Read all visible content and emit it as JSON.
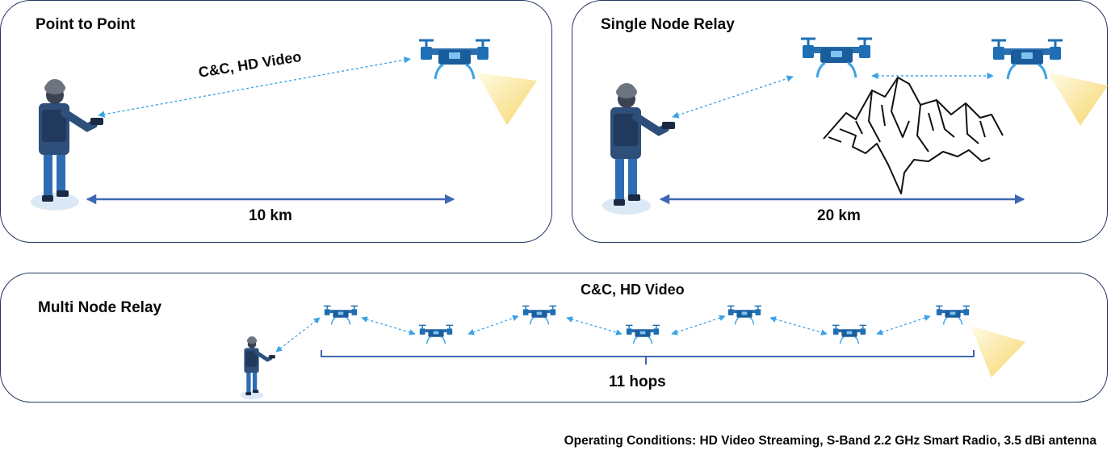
{
  "panels": {
    "p2p": {
      "title": "Point to Point",
      "link_label": "C&C, HD Video",
      "distance": "10 km"
    },
    "single": {
      "title": "Single Node Relay",
      "distance": "20 km"
    },
    "multi": {
      "title": "Multi Node Relay",
      "link_label": "C&C, HD Video",
      "distance": "11 hops"
    }
  },
  "footer": {
    "text": "Operating Conditions:  HD Video Streaming, S-Band 2.2 GHz Smart Radio, 3.5 dBi antenna"
  },
  "icons": {
    "drone": "drone-icon",
    "soldier": "soldier-icon",
    "mountain": "mountain-icon",
    "camera_beam": "camera-beam-icon"
  },
  "colors": {
    "border": "#24375e",
    "drone_blue": "#1e6fb5",
    "link_blue": "#3ba3e6",
    "arrow_blue": "#3f67b4",
    "beam_yellow": "#f6d66a"
  }
}
